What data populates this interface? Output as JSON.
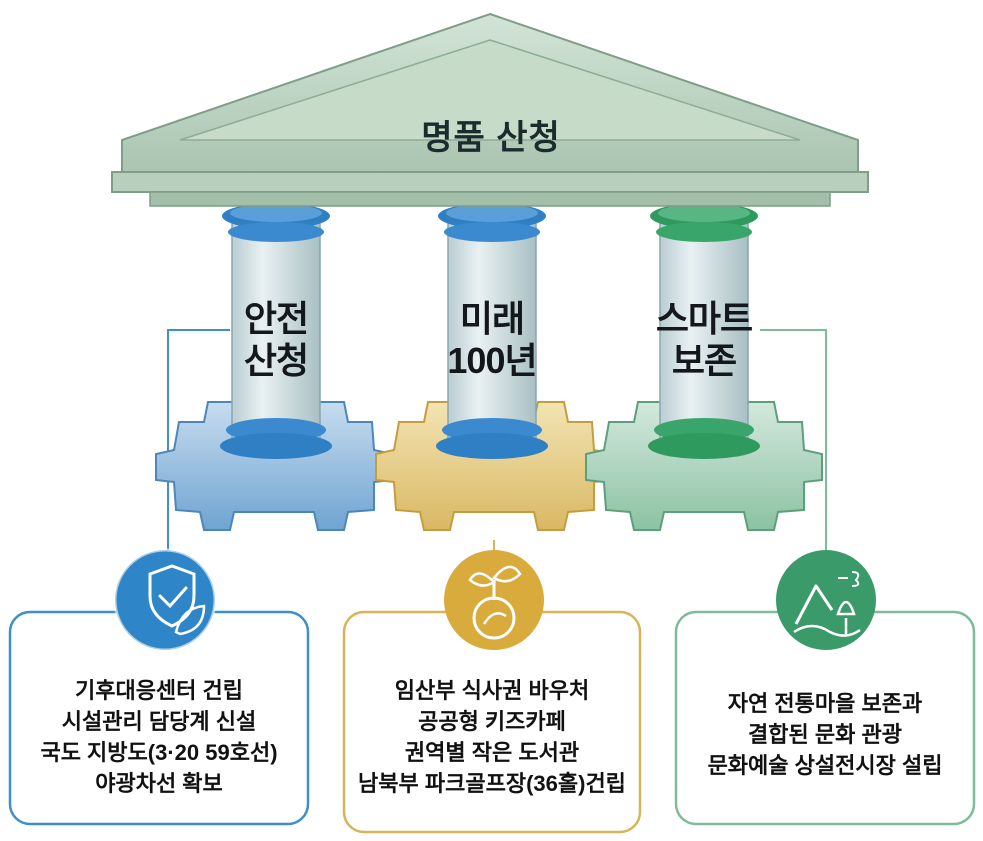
{
  "title": "명품 산청",
  "pillars": [
    {
      "label_line1": "안전",
      "label_line2": "산청",
      "color": "#2e86c8"
    },
    {
      "label_line1": "미래",
      "label_line2": "100년",
      "color": "#d9ab3c"
    },
    {
      "label_line1": "스마트",
      "label_line2": "보존",
      "color": "#3a9a6a"
    }
  ],
  "cards": [
    {
      "icon": "shield-leaf-icon",
      "lines": [
        "기후대응센터 건립",
        "시설관리 담당계 신설",
        "국도 지방도(3·20 59호선)",
        "야광차선 확보"
      ],
      "border_color": "#3f8fca",
      "icon_color": "#2e86c8"
    },
    {
      "icon": "sprout-icon",
      "lines": [
        "임산부 식사권 바우처",
        "공공형 키즈카페",
        "권역별 작은 도서관",
        "남북부 파크골프장(36홀)건립"
      ],
      "border_color": "#d8b35a",
      "icon_color": "#d9ab3c"
    },
    {
      "icon": "nature-landscape-icon",
      "lines": [
        "자연 전통마을 보존과",
        "결합된 문화 관광",
        "문화예술 상설전시장 설립"
      ],
      "border_color": "#7cbd98",
      "icon_color": "#3a9a6a"
    }
  ]
}
